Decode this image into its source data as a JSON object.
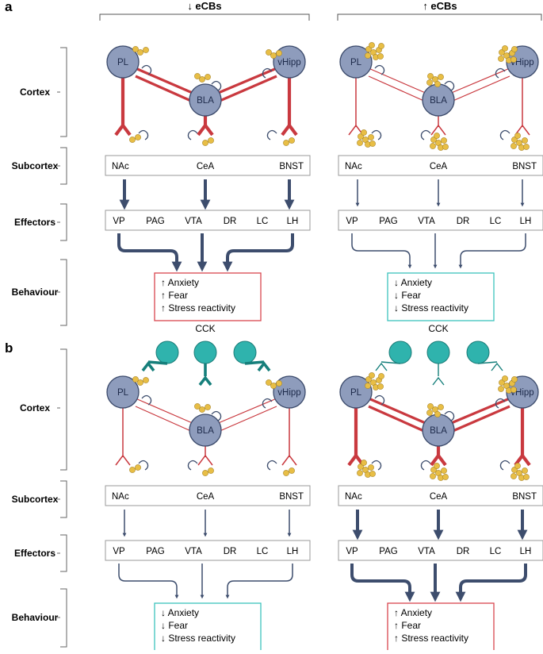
{
  "panels": [
    {
      "letter": "a",
      "columns": [
        {
          "header": "↓ eCBs",
          "cortex": [
            "PL",
            "BLA",
            "vHipp"
          ],
          "subcortex": [
            "NAc",
            "CeA",
            "BNST"
          ],
          "effectors": [
            "VP",
            "PAG",
            "VTA",
            "DR",
            "LC",
            "LH"
          ],
          "behaviour": [
            "↑ Anxiety",
            "↑ Fear",
            "↑ Stress reactivity"
          ],
          "behaviour_border": "#d9464f"
        },
        {
          "header": "↑ eCBs",
          "cortex": [
            "PL",
            "BLA",
            "vHipp"
          ],
          "subcortex": [
            "NAc",
            "CeA",
            "BNST"
          ],
          "effectors": [
            "VP",
            "PAG",
            "VTA",
            "DR",
            "LC",
            "LH"
          ],
          "behaviour": [
            "↓ Anxiety",
            "↓ Fear",
            "↓ Stress reactivity"
          ],
          "behaviour_border": "#3cc2bd"
        }
      ]
    },
    {
      "letter": "b",
      "columns": [
        {
          "cck": "CCK",
          "cortex": [
            "PL",
            "BLA",
            "vHipp"
          ],
          "subcortex": [
            "NAc",
            "CeA",
            "BNST"
          ],
          "effectors": [
            "VP",
            "PAG",
            "VTA",
            "DR",
            "LC",
            "LH"
          ],
          "behaviour": [
            "↓ Anxiety",
            "↓ Fear",
            "↓ Stress reactivity"
          ],
          "behaviour_border": "#3cc2bd"
        },
        {
          "cck": "CCK",
          "cortex": [
            "PL",
            "BLA",
            "vHipp"
          ],
          "subcortex": [
            "NAc",
            "CeA",
            "BNST"
          ],
          "effectors": [
            "VP",
            "PAG",
            "VTA",
            "DR",
            "LC",
            "LH"
          ],
          "behaviour": [
            "↑ Anxiety",
            "↑ Fear",
            "↑ Stress reactivity"
          ],
          "behaviour_border": "#d9464f"
        }
      ]
    }
  ],
  "levels": [
    "Cortex",
    "Subcortex",
    "Effectors",
    "Behaviour"
  ],
  "colors": {
    "neuron_fill": "#8e9cbc",
    "neuron_stroke": "#3b4a6b",
    "projection": "#c9393f",
    "arrow": "#3d4d6d",
    "ecb_particle": "#e8be45",
    "cck_neuron": "#2fb3ad",
    "cck_synapse": "#167f7b",
    "box_border": "#9a9a9a"
  }
}
